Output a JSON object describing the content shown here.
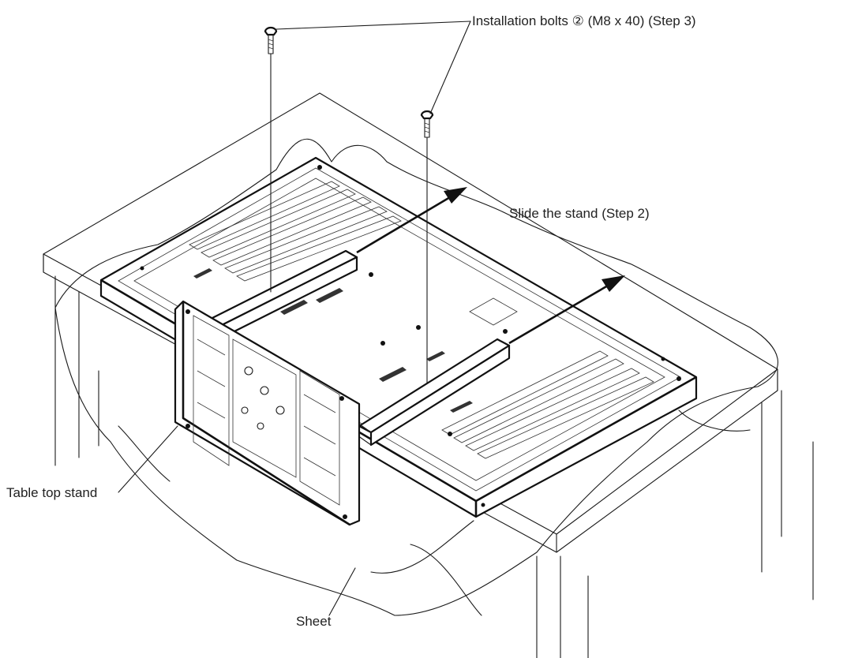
{
  "figure": {
    "labels": {
      "bolts": "Installation bolts ② (M8 x 40) (Step 3)",
      "slide": "Slide the stand (Step 2)",
      "stand": "Table top stand",
      "sheet": "Sheet"
    },
    "colors": {
      "line": "#1a1a1a",
      "background": "#ffffff",
      "arrow": "#111111"
    }
  }
}
